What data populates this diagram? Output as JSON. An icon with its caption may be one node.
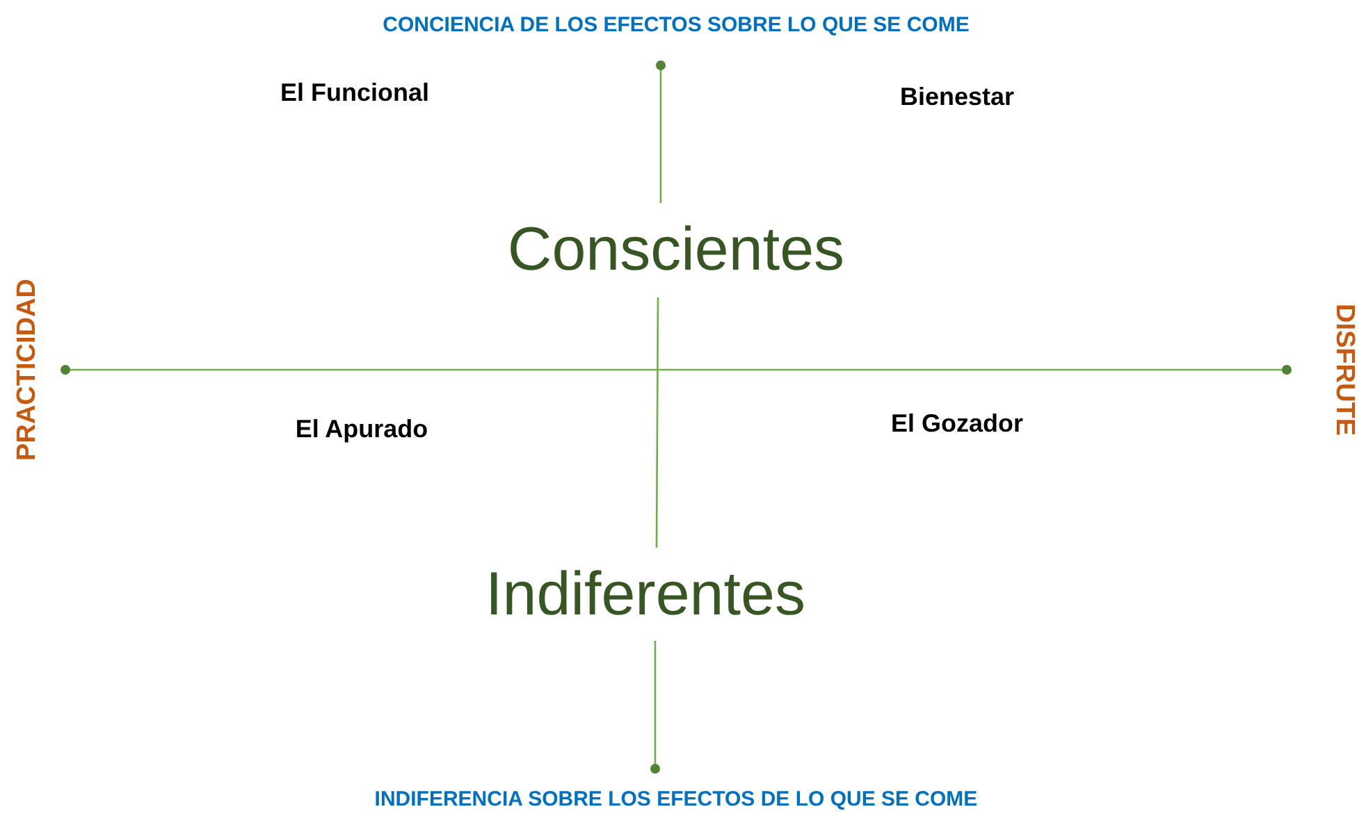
{
  "diagram": {
    "labels": [
      "CONCIENCIA DE LOS EFECTOS SOBRE LO QUE SE COME",
      "El Funcional",
      "Bienestar",
      "Conscientes",
      "PRACTICIDAD",
      "DISFRUTE",
      "El Apurado",
      "El Gozador",
      "Indiferentes",
      "INDIFERENCIA SOBRE LOS EFECTOS DE LO QUE SE COME"
    ]
  }
}
